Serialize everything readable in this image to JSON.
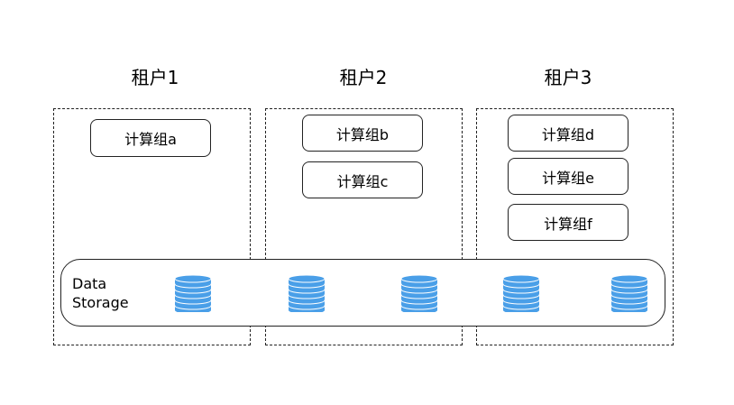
{
  "tenants": [
    {
      "title": "租户1",
      "groups": [
        "计算组a"
      ]
    },
    {
      "title": "租户2",
      "groups": [
        "计算组b",
        "计算组c"
      ]
    },
    {
      "title": "租户3",
      "groups": [
        "计算组d",
        "计算组e",
        "计算组f"
      ]
    }
  ],
  "storage": {
    "label": "Data\nStorage",
    "db_icon_count": 5,
    "db_color": "#4a9fe8"
  }
}
